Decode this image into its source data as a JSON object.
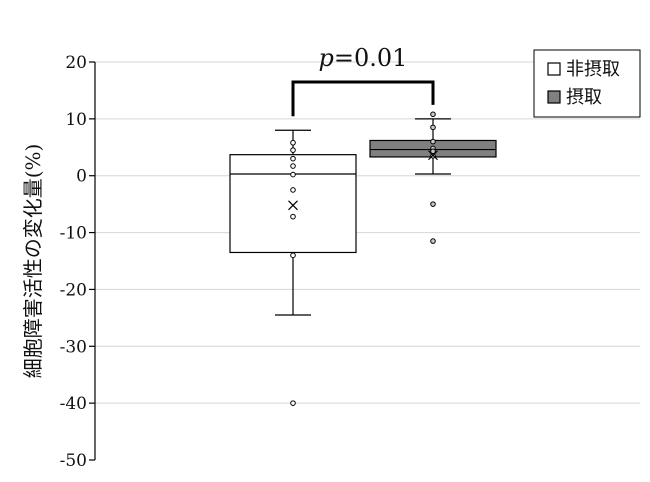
{
  "chart_data": {
    "type": "box",
    "ylabel": "細胞障害活性の変化量(%)",
    "ylim": [
      -50,
      20
    ],
    "yticks": [
      20,
      10,
      0,
      -10,
      -20,
      -30,
      -40,
      -50
    ],
    "ytick_labels": [
      "20",
      "10",
      "0",
      "-10",
      "-20",
      "-30",
      "-40",
      "-50"
    ],
    "grid": true,
    "legend_position": "top-right",
    "annotation": {
      "prefix": "p",
      "text": "=0.01"
    },
    "series": [
      {
        "name": "非摂取",
        "fill": "#ffffff",
        "box": {
          "whisker_low": -24.5,
          "q1": -13.5,
          "median": 0.3,
          "q3": 3.7,
          "whisker_high": 8,
          "mean": -5.2
        },
        "points": [
          5.8,
          4.5,
          3.0,
          1.7,
          0.2,
          -2.5,
          -7.2,
          -14.0,
          -40.0
        ]
      },
      {
        "name": "摂取",
        "fill": "#808080",
        "box": {
          "whisker_low": 0.3,
          "q1": 3.3,
          "median": 4.6,
          "q3": 6.2,
          "whisker_high": 10,
          "mean": 3.6
        },
        "points": [
          10.8,
          8.5,
          6.0,
          4.8,
          4.3,
          3.5,
          -5.0,
          -11.5
        ]
      }
    ]
  }
}
